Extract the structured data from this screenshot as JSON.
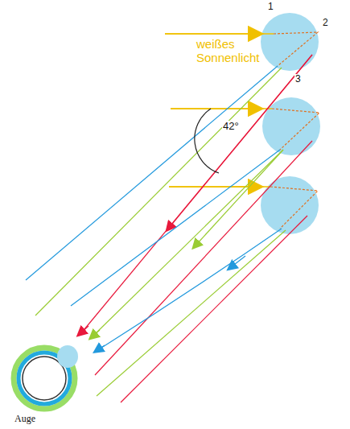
{
  "diagram": {
    "labels": [
      "1",
      "2",
      "3",
      "weißes Sonnenlicht",
      "42°",
      "Auge"
    ]
  }
}
